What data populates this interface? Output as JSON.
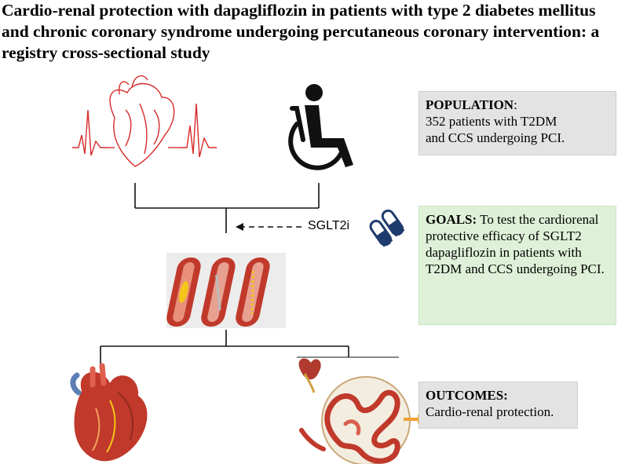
{
  "title": "Cardio-renal protection with dapagliflozin in patients with type 2 diabetes mellitus and chronic coronary syndrome undergoing percutaneous coronary intervention: a registry cross-sectional study",
  "population": {
    "heading": "POPULATION",
    "suffix": ":",
    "line1": "352 patients with T2DM",
    "line2": "and CCS undergoing PCI."
  },
  "goals": {
    "heading": "GOALS:",
    "text": " To test the cardiorenal protective efficacy of SGLT2 dapagliflozin in patients with T2DM and CCS undergoing PCI."
  },
  "outcomes": {
    "heading": "OUTCOMES:",
    "text": "Cardio-renal protection."
  },
  "drug_label": "SGLT2i",
  "icons": {
    "ecg_heart": "ecg-heart-icon",
    "wheelchair": "wheelchair-icon",
    "pills": "pills-icon",
    "arteries": "artery-stent-icon",
    "heart": "anatomical-heart-icon",
    "kidney": "kidney-icon"
  },
  "colors": {
    "ecg_red": "#d62a2a",
    "wheelchair": "#111111",
    "pill_blue": "#1f3b6e",
    "vessel_red": "#c0392b",
    "plaque_yellow": "#f5c518",
    "population_bg": "#e3e3e3",
    "goals_bg": "#dff0d8",
    "outcomes_bg": "#e3e3e3"
  }
}
